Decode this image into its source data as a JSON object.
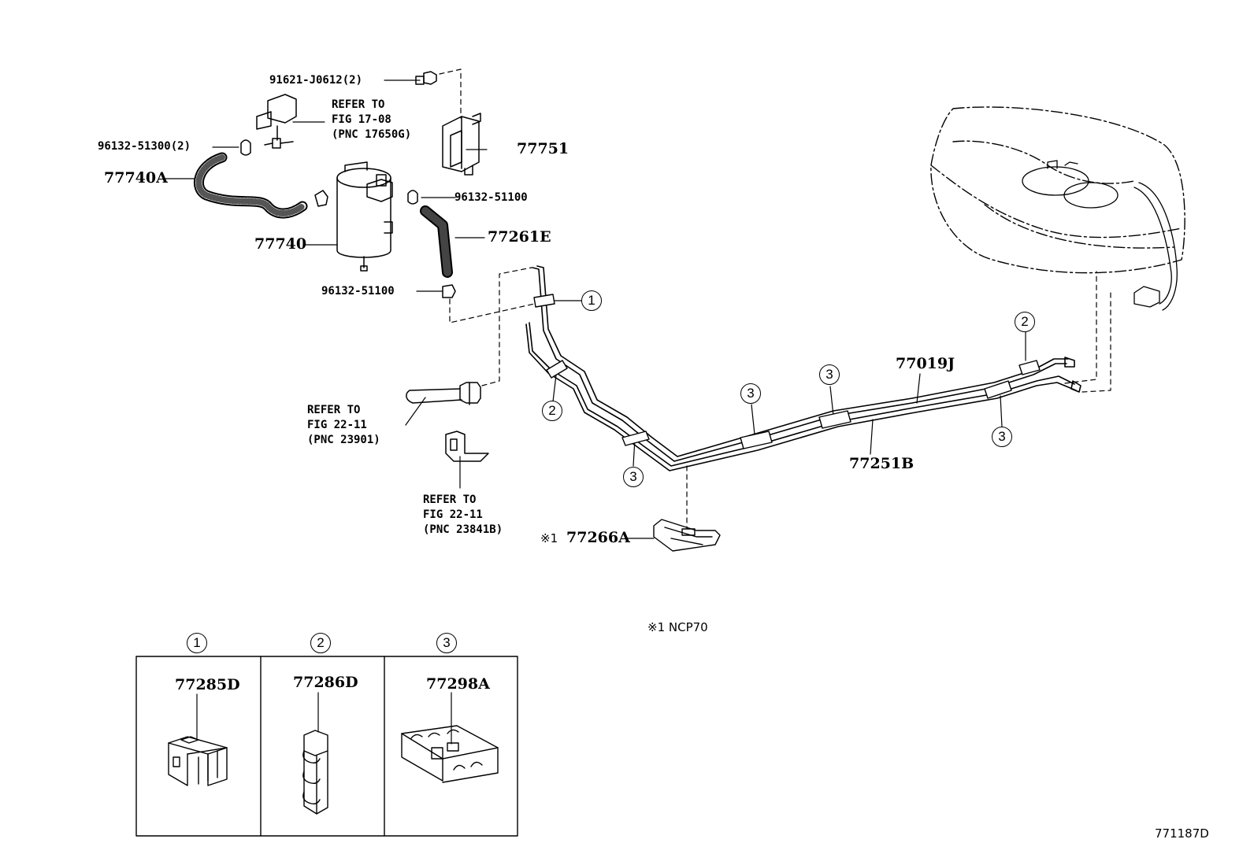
{
  "parts": {
    "bolt": "91621-J0612(2)",
    "clamp_vsv": "96132-51300(2)",
    "hose_a": "77740A",
    "canister": "77740",
    "bracket": "77751",
    "clamp_upper": "96132-51100",
    "clamp_lower": "96132-51100",
    "hose_e": "77261E",
    "tube_j": "77019J",
    "tube_b": "77251B",
    "protector": "77266A",
    "protector_mark": "※1",
    "clamp_1": "77285D",
    "clamp_2": "77286D",
    "clamp_3": "77298A"
  },
  "refs": {
    "vsv": [
      "REFER TO",
      "FIG 17-08",
      "(PNC 17650G)"
    ],
    "hose_fig": [
      "REFER TO",
      "FIG 22-11",
      "(PNC 23901)"
    ],
    "clip_fig": [
      "REFER TO",
      "FIG 22-11",
      "(PNC 23841B)"
    ]
  },
  "callouts": {
    "one": "1",
    "two": "2",
    "three": "3"
  },
  "note": "※1 NCP70",
  "figure_id": "771187D"
}
